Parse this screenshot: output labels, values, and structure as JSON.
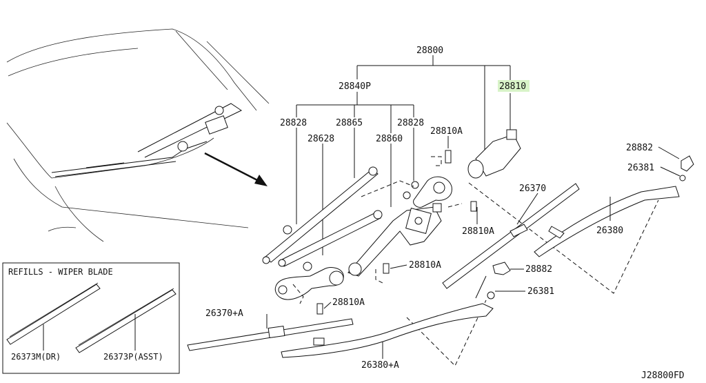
{
  "labels": {
    "assembly": "28800",
    "linkage": "28840P",
    "motor": "28810",
    "rod_a": "28828",
    "rod_b": "28828",
    "pivot_a": "28628",
    "link_rod": "28865",
    "bracket_link": "28860",
    "bolt_top": "28810A",
    "bolt_mid": "28810A",
    "bolt_low": "28810A",
    "bolt_bottom": "28810A",
    "cap_right": "28882",
    "nut_right": "26381",
    "blade_right": "26370",
    "arm_right": "26380",
    "cap_center": "28882",
    "nut_center": "26381",
    "blade_left": "26370+A",
    "arm_left": "26380+A"
  },
  "inset": {
    "title": "REFILLS - WIPER BLADE",
    "refill_dr": "26373M(DR)",
    "refill_asst": "26373P(ASST)"
  },
  "diagram_id": "J28800FD",
  "highlight_color": "#d8f3c8"
}
